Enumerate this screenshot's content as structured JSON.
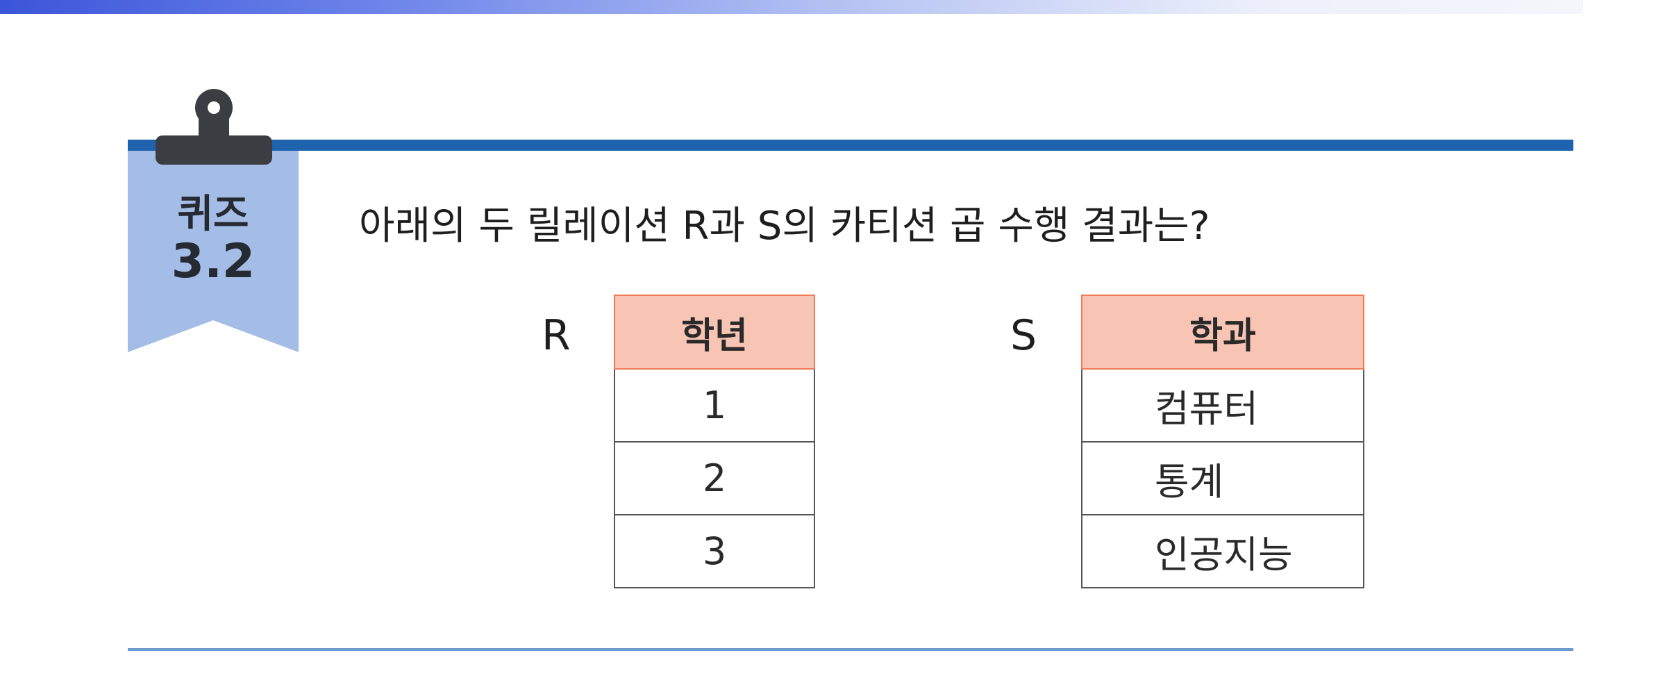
{
  "quiz": {
    "word": "퀴즈",
    "number": "3.2"
  },
  "question": "아래의 두 릴레이션 R과 S의 카티션 곱 수행 결과는?",
  "relation_r": {
    "name": "R",
    "header": "학년",
    "rows": [
      "1",
      "2",
      "3"
    ]
  },
  "relation_s": {
    "name": "S",
    "header": "학과",
    "rows": [
      "컴퓨터",
      "통계",
      "인공지능"
    ]
  },
  "colors": {
    "header_fill": "#f8c4b4",
    "header_border": "#ef7b55",
    "ribbon": "#a3bde6",
    "accent_rule": "#1f62ad"
  }
}
